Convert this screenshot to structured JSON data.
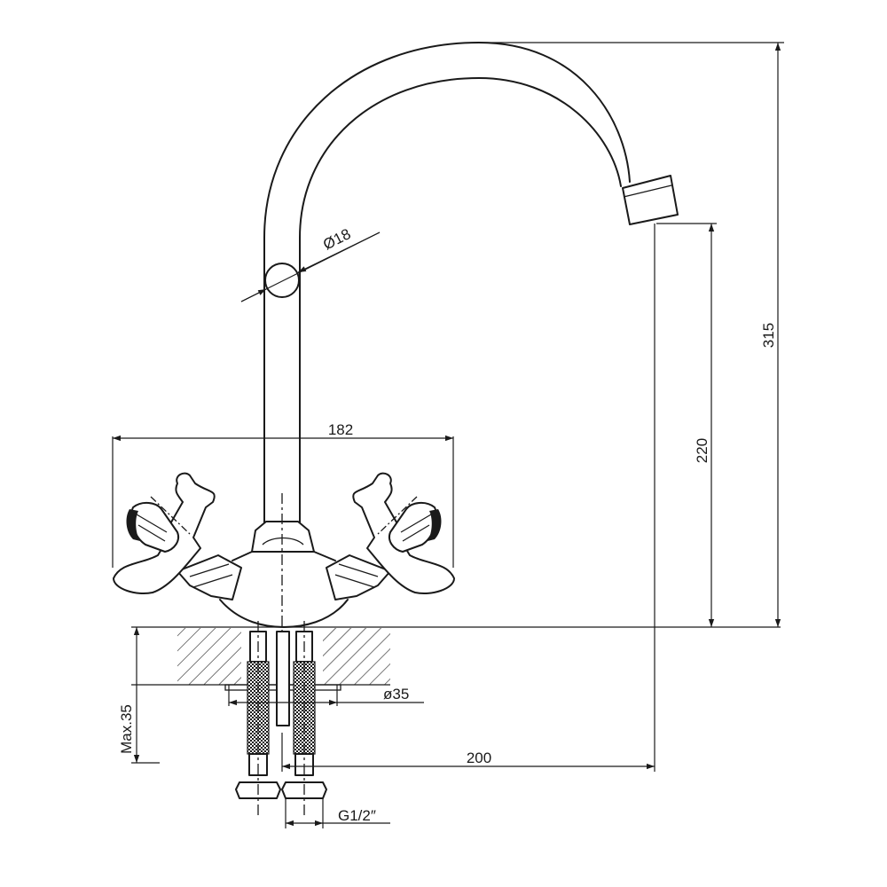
{
  "drawing": {
    "dimensions": {
      "pipe_diameter": "Ø18",
      "handle_span": "182",
      "total_height": "315",
      "spout_height": "220",
      "hole_diameter": "ø35",
      "spout_reach": "200",
      "max_counter_thickness": "Max.35",
      "connection_thread": "G1/2″"
    }
  }
}
